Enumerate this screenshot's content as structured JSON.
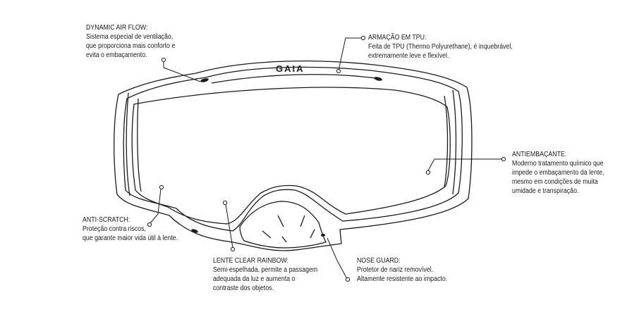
{
  "brand": "GAIA",
  "colors": {
    "ink": "#1a1a1a",
    "background": "#ffffff"
  },
  "callouts": {
    "air_flow": {
      "title": "DYNAMIC AIR FLOW:",
      "lines": [
        "Sistema especial de ventilação,",
        "que proporciona mais conforto e",
        "evita o embaçamento."
      ]
    },
    "frame": {
      "title": "ARMAÇÃO EM TPU:",
      "lines": [
        "Feita de TPU (Thermo Polyurethane), é inquebrável,",
        "extremamente leve e flexível."
      ]
    },
    "antifog": {
      "title": "ANTIEMBAÇANTE:",
      "lines": [
        "Moderno tratamento químico que",
        "impede o embaçamento da lente,",
        "mesmo em condições de muita",
        "umidade e transpiração."
      ]
    },
    "anti_scratch": {
      "title": "ANTI-SCRATCH:",
      "lines": [
        "Proteção contra riscos,",
        "que garante maior vida útil à lente."
      ]
    },
    "lens": {
      "title": "LENTE CLEAR RAINBOW:",
      "lines": [
        "Semi-espelhada, permite a passagem",
        "adequada da luz e aumenta o",
        "contraste dos objetos."
      ]
    },
    "nose_guard": {
      "title": "NOSE GUARD:",
      "lines": [
        "Protetor de nariz removível.",
        "Altamente resistente ao impacto."
      ]
    }
  }
}
